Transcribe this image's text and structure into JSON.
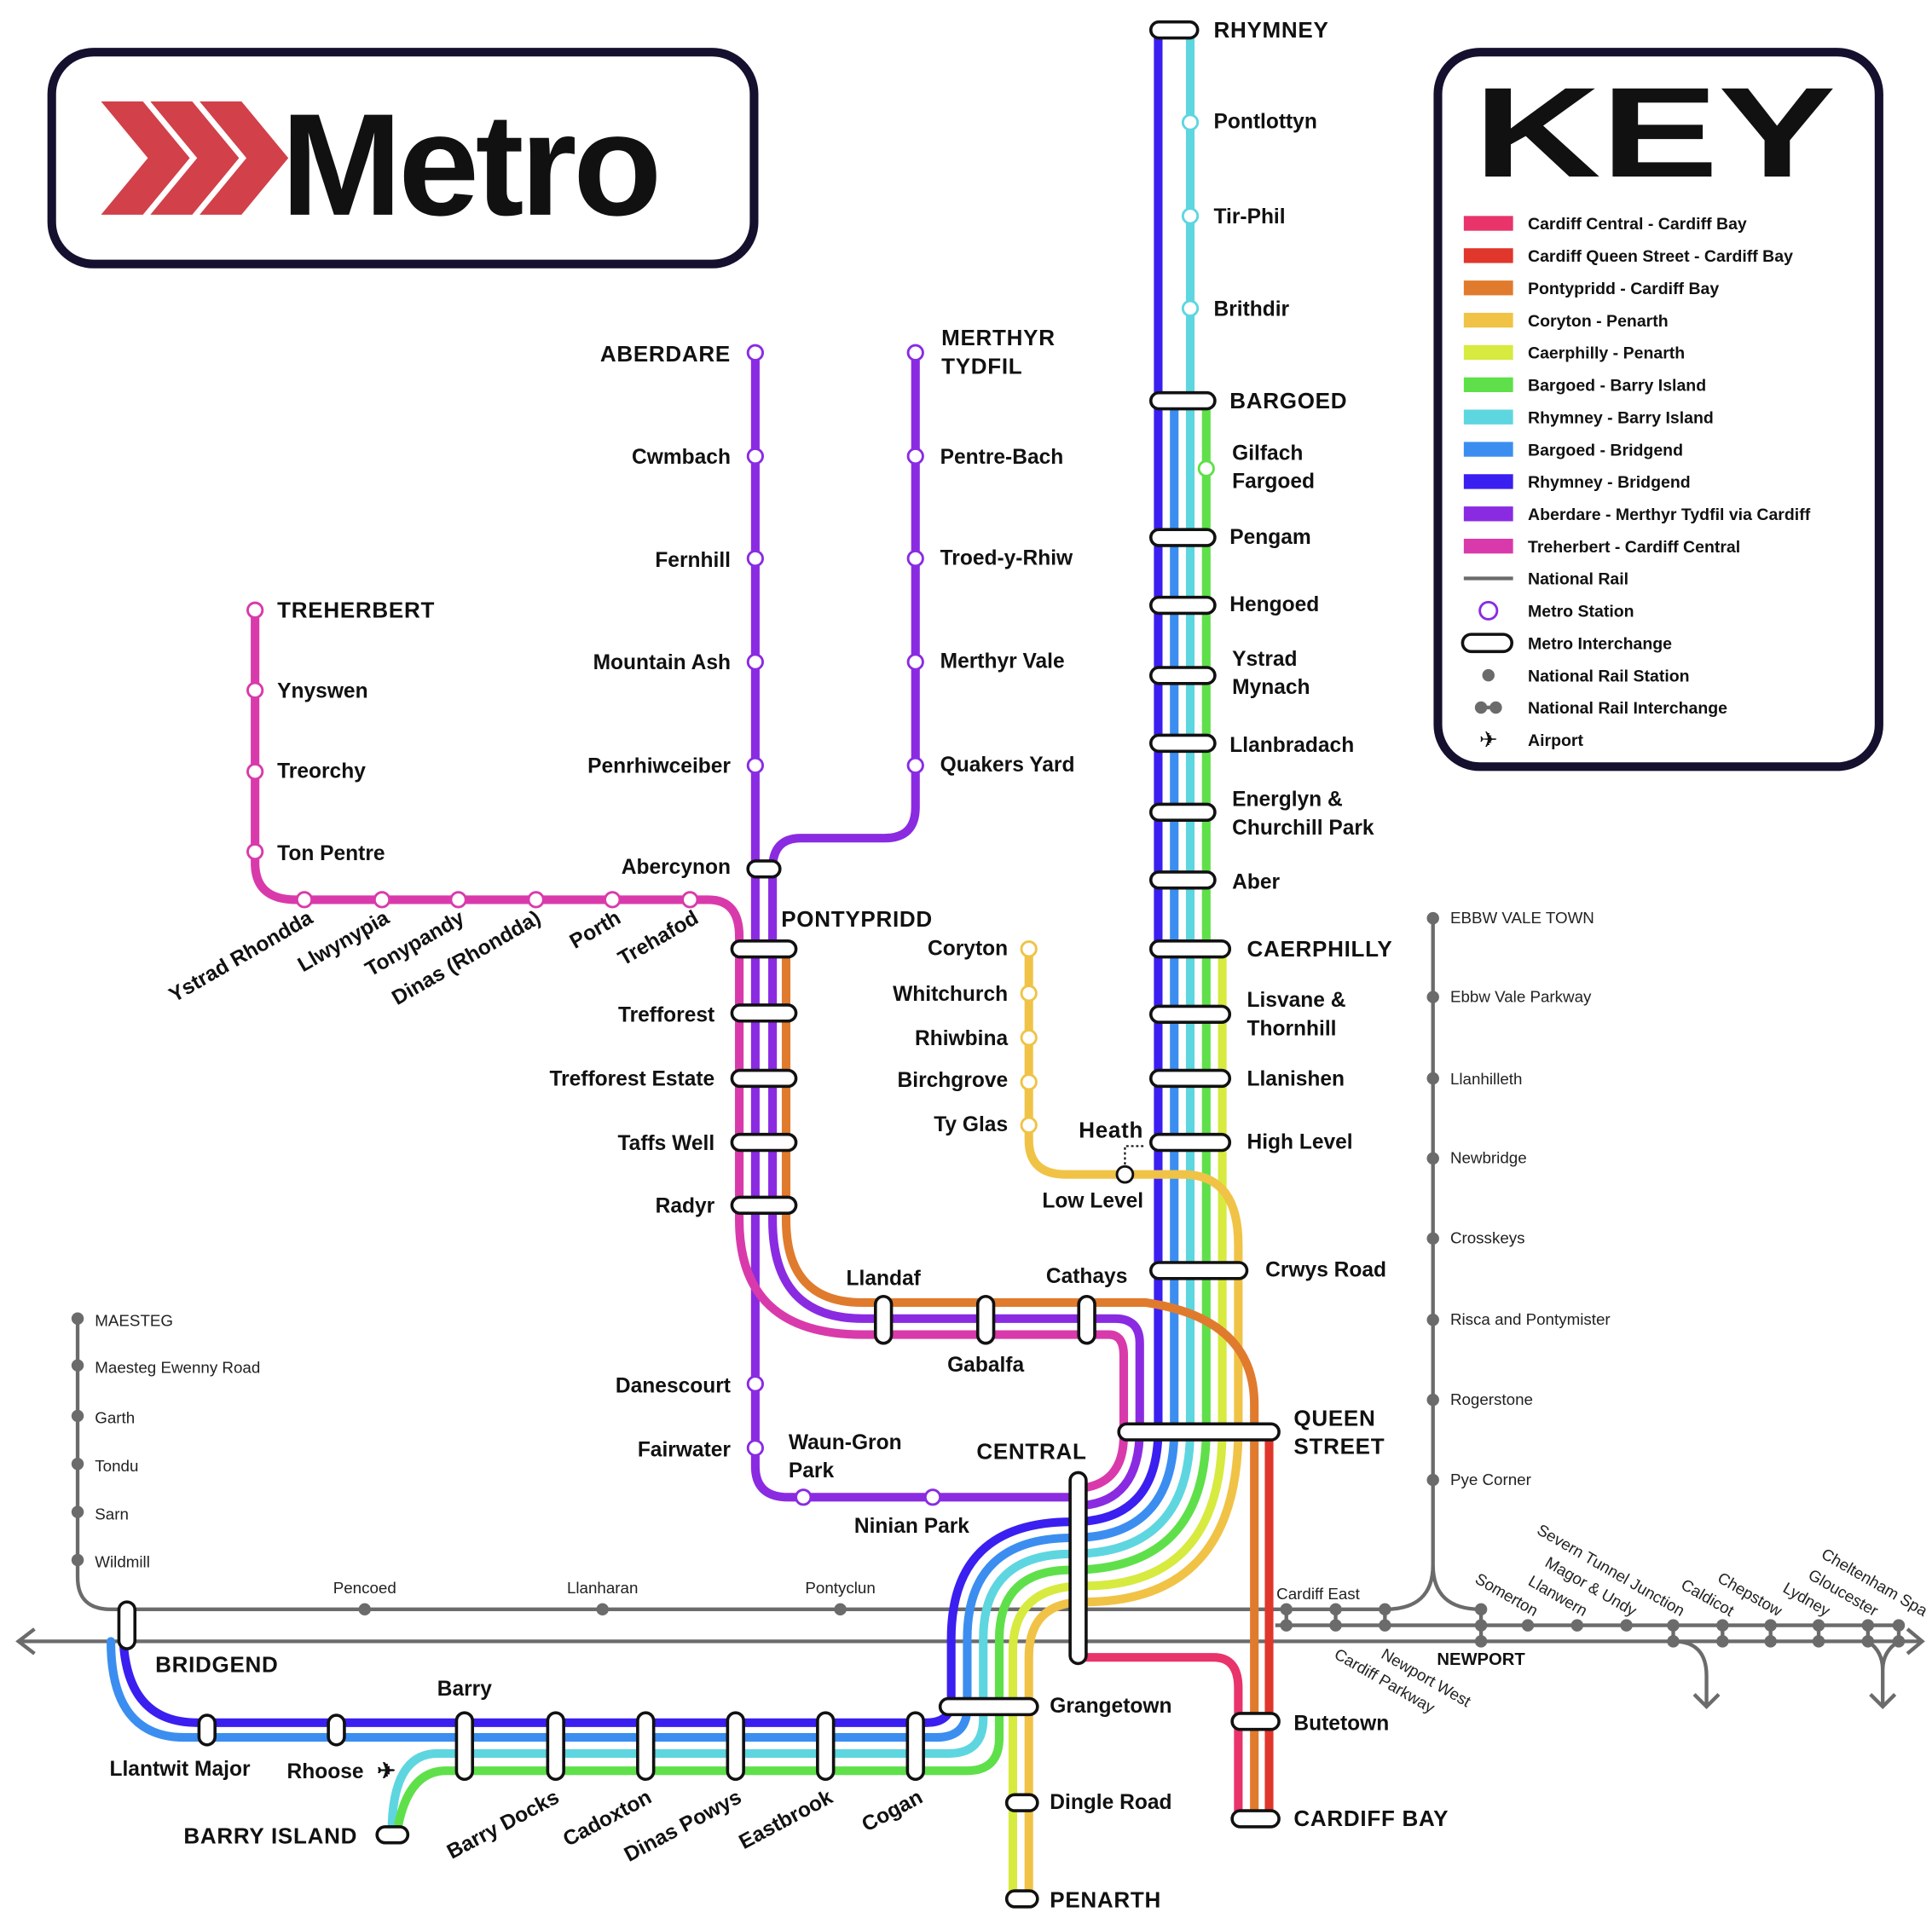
{
  "logo": {
    "title": "Metro"
  },
  "key": {
    "title": "KEY",
    "items": [
      {
        "label": "Cardiff Central - Cardiff Bay",
        "color": "#e8336b",
        "kind": "line"
      },
      {
        "label": "Cardiff Queen Street - Cardiff Bay",
        "color": "#e0362c",
        "kind": "line"
      },
      {
        "label": "Pontypridd - Cardiff Bay",
        "color": "#e07b2e",
        "kind": "line"
      },
      {
        "label": "Coryton - Penarth",
        "color": "#f0c346",
        "kind": "line"
      },
      {
        "label": "Caerphilly - Penarth",
        "color": "#d7ea3f",
        "kind": "line"
      },
      {
        "label": "Bargoed - Barry Island",
        "color": "#5fe04a",
        "kind": "line"
      },
      {
        "label": "Rhymney - Barry Island",
        "color": "#5ed6e0",
        "kind": "line"
      },
      {
        "label": "Bargoed - Bridgend",
        "color": "#3b8ef0",
        "kind": "line"
      },
      {
        "label": "Rhymney - Bridgend",
        "color": "#3a1ff0",
        "kind": "line"
      },
      {
        "label": "Aberdare - Merthyr Tydfil via Cardiff",
        "color": "#8a2be2",
        "kind": "line"
      },
      {
        "label": "Treherbert - Cardiff Central",
        "color": "#d93aab",
        "kind": "line"
      },
      {
        "label": "National Rail",
        "color": "#6b6b6b",
        "kind": "rail"
      },
      {
        "label": "Metro Station",
        "color": "#8a2be2",
        "kind": "station"
      },
      {
        "label": "Metro Interchange",
        "color": "#111111",
        "kind": "interchange"
      },
      {
        "label": "National Rail Station",
        "color": "#6b6b6b",
        "kind": "nrstation"
      },
      {
        "label": "National Rail Interchange",
        "color": "#6b6b6b",
        "kind": "nrinterchange"
      },
      {
        "label": "Airport",
        "color": "#111111",
        "kind": "airport"
      }
    ]
  },
  "stations": {
    "rhymney": "RHYMNEY",
    "pontlottyn": "Pontlottyn",
    "tirphil": "Tir-Phil",
    "brithdir": "Brithdir",
    "bargoed": "BARGOED",
    "gilfach": "Gilfach Fargoed",
    "pengam": "Pengam",
    "hengoed": "Hengoed",
    "ystradmynach": "Ystrad Mynach",
    "llanbradach": "Llanbradach",
    "energlyn": "Energlyn & Churchill Park",
    "aber": "Aber",
    "caerphilly": "CAERPHILLY",
    "lisvane": "Lisvane & Thornhill",
    "llanishen": "Llanishen",
    "highlevel": "High Level",
    "heath": "Heath",
    "lowlevel": "Low Level",
    "crwys": "Crwys Road",
    "queenstreet": "QUEEN STREET",
    "butetown": "Butetown",
    "cardiffbay": "CARDIFF BAY",
    "grangetown": "Grangetown",
    "dingle": "Dingle Road",
    "penarth": "PENARTH",
    "central": "CENTRAL",
    "ninian": "Ninian Park",
    "waungron": "Waun-Gron Park",
    "fairwater": "Fairwater",
    "danescourt": "Danescourt",
    "llandaf": "Llandaf",
    "gabalfa": "Gabalfa",
    "cathays": "Cathays",
    "radyr": "Radyr",
    "taffswell": "Taffs Well",
    "trefforestestate": "Trefforest Estate",
    "trefforest": "Trefforest",
    "pontypridd": "PONTYPRIDD",
    "abercynon": "Abercynon",
    "aberdare": "ABERDARE",
    "cwmbach": "Cwmbach",
    "fernhill": "Fernhill",
    "mountainash": "Mountain Ash",
    "penrhiwceiber": "Penrhiwceiber",
    "merthyr": "MERTHYR TYDFIL",
    "pentrebach": "Pentre-Bach",
    "troedyrhiw": "Troed-y-Rhiw",
    "merthyrvale": "Merthyr Vale",
    "quakersyard": "Quakers Yard",
    "treherbert": "TREHERBERT",
    "ynyswen": "Ynyswen",
    "treorchy": "Treorchy",
    "tonpentre": "Ton Pentre",
    "ystradrhondda": "Ystrad Rhondda",
    "llwynypia": "Llwynypia",
    "tonypandy": "Tonypandy",
    "dinas": "Dinas (Rhondda)",
    "porth": "Porth",
    "trehafod": "Trehafod",
    "coryton": "Coryton",
    "whitchurch": "Whitchurch",
    "rhiwbina": "Rhiwbina",
    "birchgrove": "Birchgrove",
    "tyglas": "Ty Glas",
    "bridgend": "BRIDGEND",
    "llantwit": "Llantwit Major",
    "rhoose": "Rhoose",
    "barry": "Barry",
    "barryisland": "BARRY ISLAND",
    "barrydocks": "Barry Docks",
    "cadoxton": "Cadoxton",
    "dinaspowys": "Dinas Powys",
    "eastbrook": "Eastbrook",
    "cogan": "Cogan"
  },
  "national_rail": {
    "maesteg": "MAESTEG",
    "ewenny": "Maesteg Ewenny Road",
    "garth": "Garth",
    "tondu": "Tondu",
    "sarn": "Sarn",
    "wildmill": "Wildmill",
    "pencoed": "Pencoed",
    "llanharan": "Llanharan",
    "pontyclun": "Pontyclun",
    "ebbwvale": "EBBW VALE TOWN",
    "ebbwparkway": "Ebbw Vale Parkway",
    "llanhilleth": "Llanhilleth",
    "newbridge": "Newbridge",
    "crosskeys": "Crosskeys",
    "risca": "Risca and Pontymister",
    "rogerstone": "Rogerstone",
    "pyecorner": "Pye Corner",
    "cardiffeast": "Cardiff East",
    "newport": "NEWPORT",
    "cardiffparkway": "Cardiff Parkway",
    "newportwest": "Newport West",
    "somerton": "Somerton",
    "llanwern": "Llanwern",
    "magor": "Magor & Undy",
    "severn": "Severn Tunnel Junction",
    "caldicot": "Caldicot",
    "chepstow": "Chepstow",
    "lydney": "Lydney",
    "gloucester": "Gloucester",
    "cheltenham": "Cheltenham Spa"
  }
}
